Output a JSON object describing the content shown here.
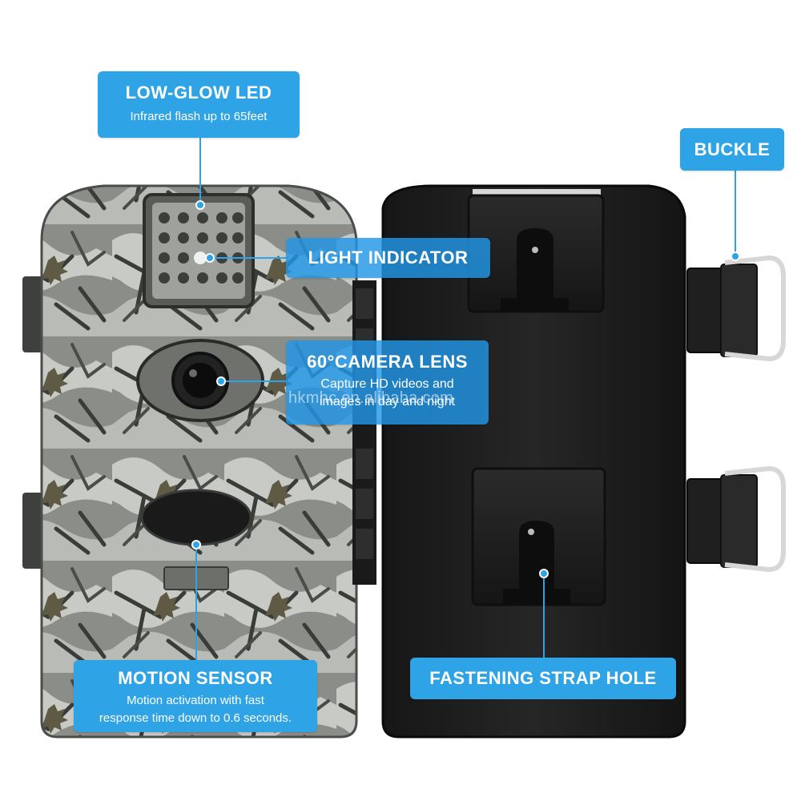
{
  "callouts": {
    "low_glow_led": {
      "title": "LOW-GLOW LED",
      "desc": "Infrared flash up to 65feet"
    },
    "buckle": {
      "title": "BUCKLE"
    },
    "light_indicator": {
      "title": "LIGHT INDICATOR"
    },
    "camera_lens": {
      "title": "60°CAMERA LENS",
      "desc_line1": "Capture HD videos and",
      "desc_line2": "images in day and night"
    },
    "motion_sensor": {
      "title": "MOTION SENSOR",
      "desc_line1": "Motion activation with fast",
      "desc_line2": "response time down to 0.6 seconds."
    },
    "strap_hole": {
      "title": "FASTENING STRAP HOLE"
    }
  },
  "watermark": "hkmhc.en.alibaba.com",
  "colors": {
    "callout_blue": "#2ea3e6",
    "camo_base": "#8a8c86",
    "camo_light": "#c9cbc7",
    "camo_dark": "#3b3d3b",
    "back_panel": "#1e1e1e"
  }
}
